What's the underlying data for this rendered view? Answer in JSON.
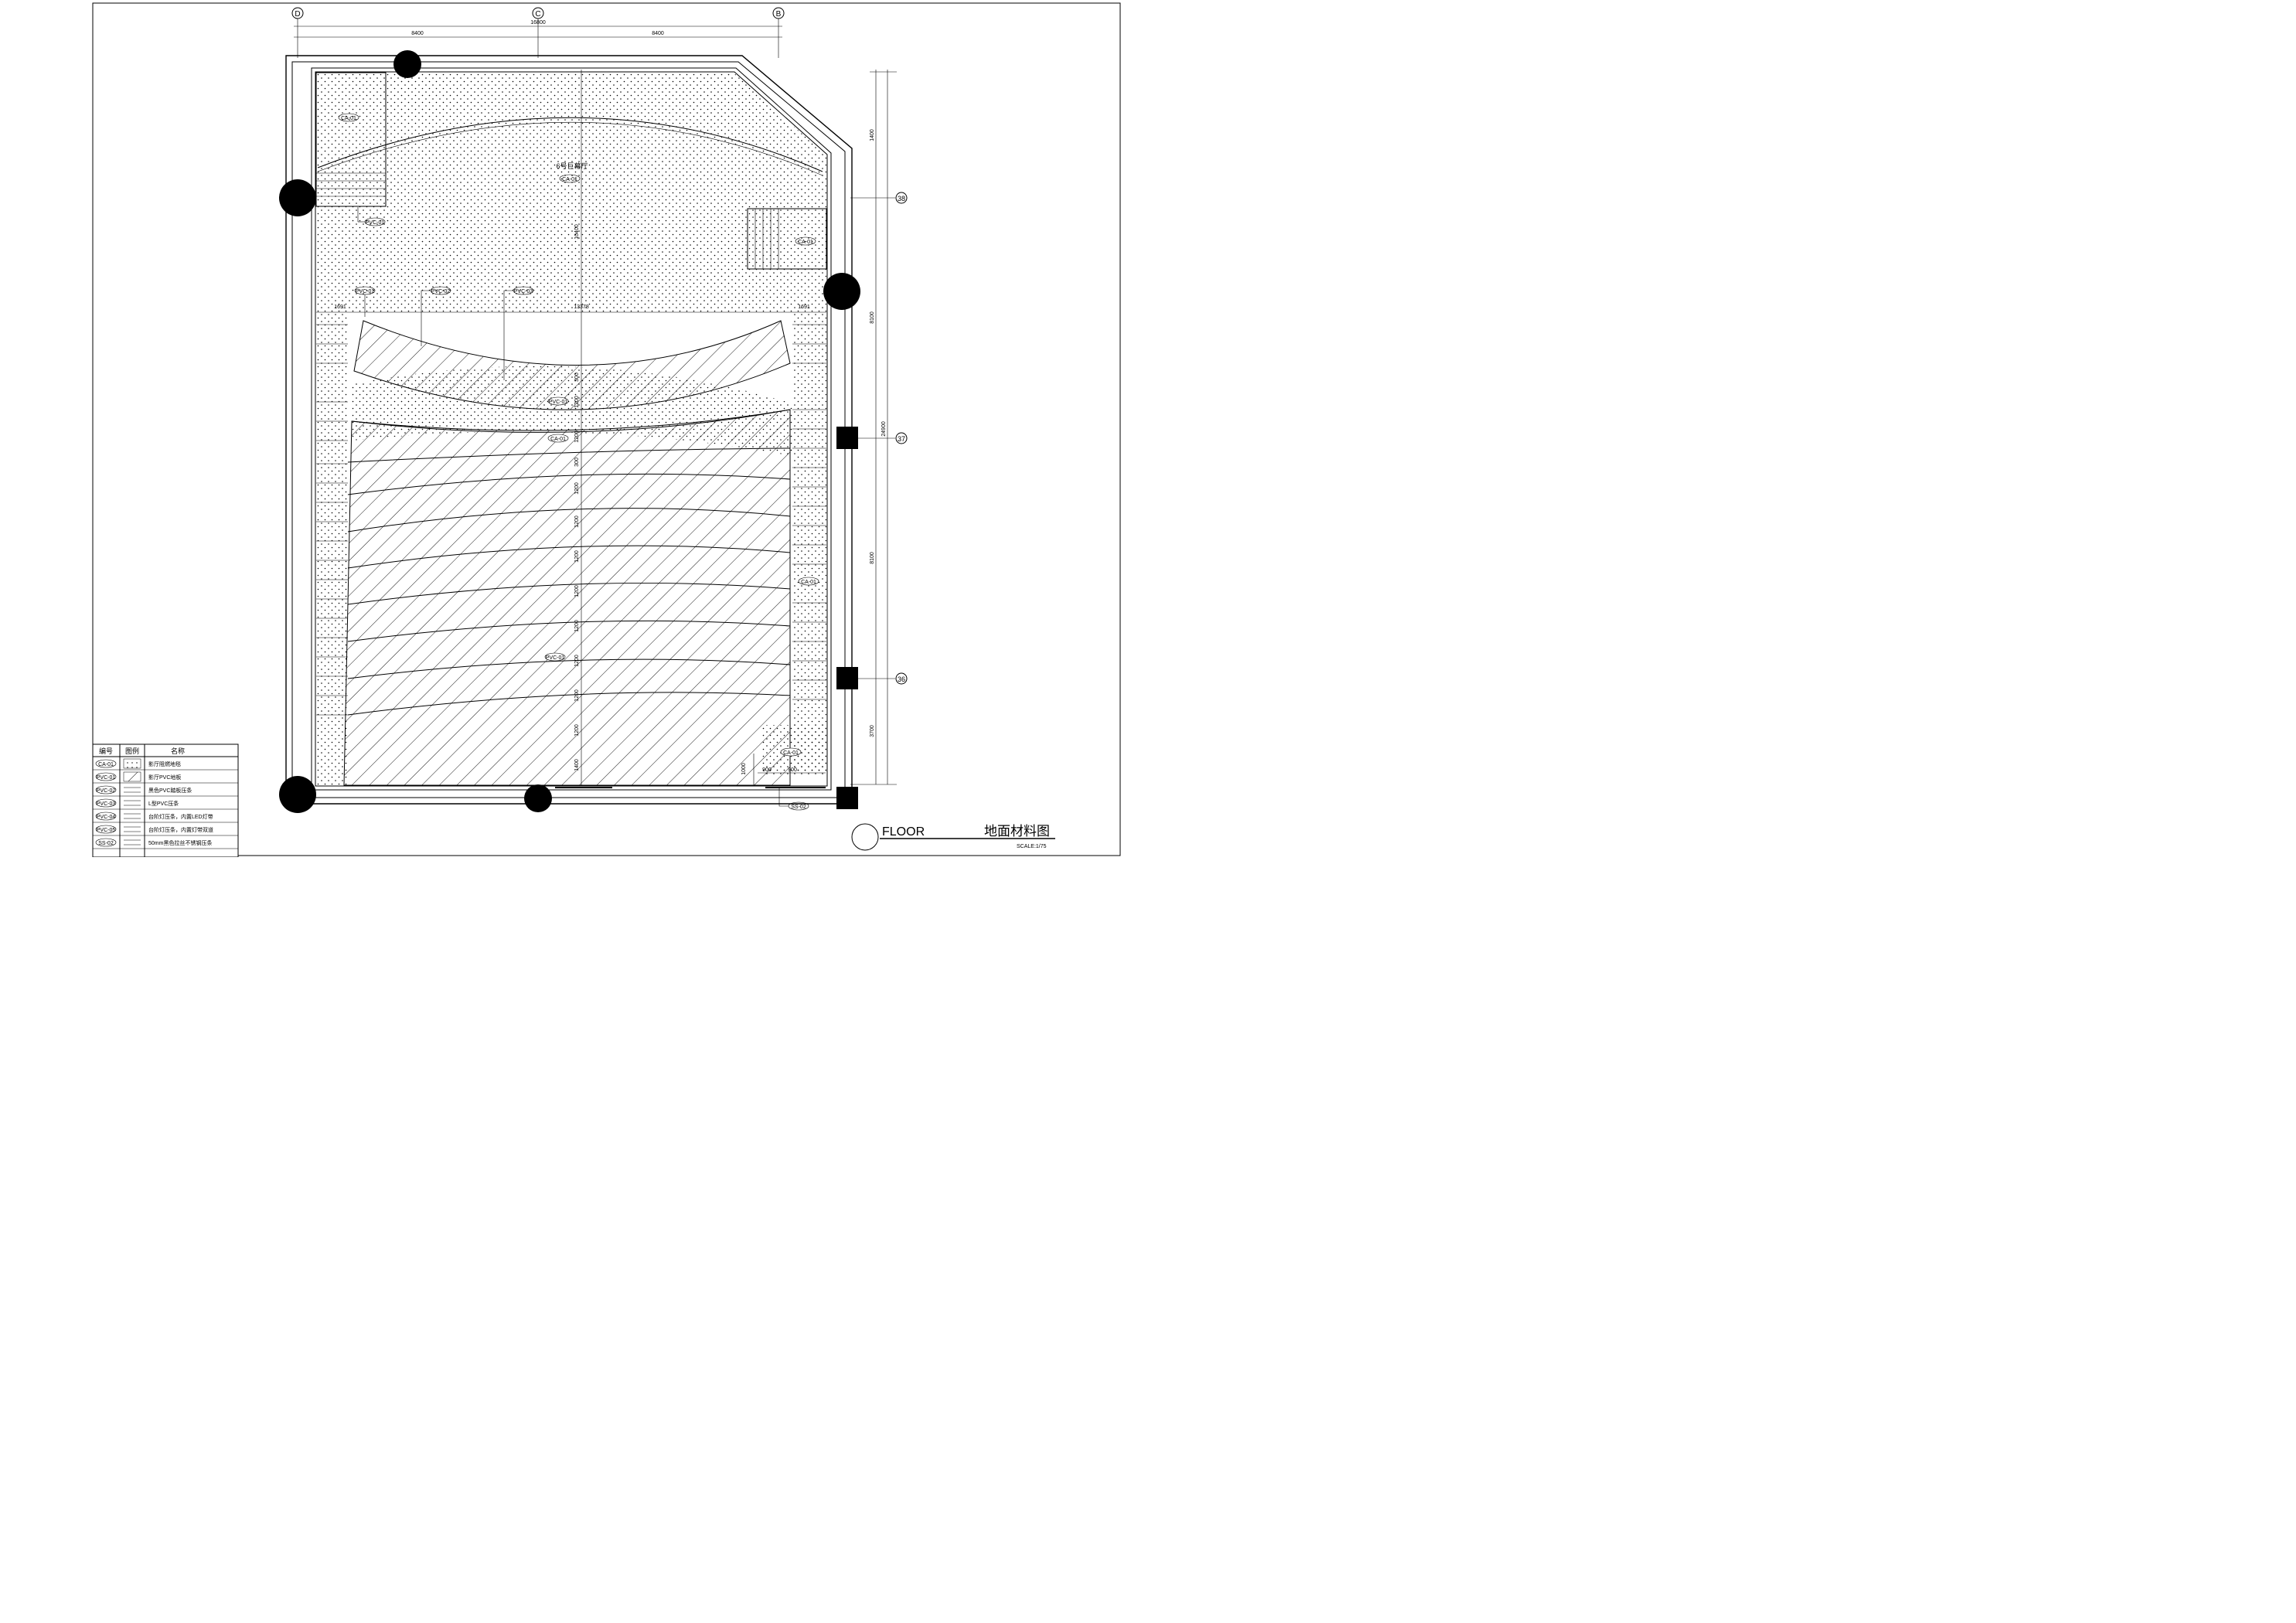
{
  "grid_axes_top": [
    "D",
    "C",
    "B"
  ],
  "grid_axes_right": [
    "38",
    "37",
    "36"
  ],
  "dimensions": {
    "top_total": "16800",
    "top_left": "8400",
    "top_right": "8400",
    "right_top": "1400",
    "right_mid": "8100",
    "right_total": "24900",
    "right_lower": "8100",
    "right_bottom": "3700",
    "center_vertical": "10400",
    "front_width": "13378",
    "side_left": "1691",
    "side_right": "1691",
    "bottom_right_a": "900",
    "bottom_right_b": "900",
    "bottom_right_v": "1000",
    "row_depths": [
      "300",
      "1200",
      "1200",
      "300",
      "1200",
      "1200",
      "1200",
      "1200",
      "1200",
      "1200",
      "1200",
      "1200",
      "1400"
    ]
  },
  "stage_label": "6号巨幕厅",
  "tags": {
    "ca01_top_left": "CA-01",
    "ca01_stage": "CA-01",
    "ca01_right": "CA-01",
    "ca01_aisle_right": "CA-01",
    "ca01_bottom_right": "CA-01",
    "ca01_mid": "CA-01",
    "pvc01_step": "PVC-01",
    "pvc01_front_a": "PVC-01",
    "pvc02_front_b": "PVC-02",
    "pvc03_front_c": "PVC-03",
    "pvc01_seating": "PVC-01",
    "pvc01_lower": "PVC-01",
    "ss02": "SS-02"
  },
  "legend": {
    "headers": [
      "编号",
      "图例",
      "名称"
    ],
    "rows": [
      {
        "code": "CA-01",
        "name": "影厅阻燃地毯"
      },
      {
        "code": "PVC-01",
        "name": "影厅PVC地板"
      },
      {
        "code": "PVC-02",
        "name": "黑色PVC踏板压条"
      },
      {
        "code": "PVC-03",
        "name": "L型PVC压条"
      },
      {
        "code": "PVC-04",
        "name": "台阶灯压条，内置LED灯带"
      },
      {
        "code": "PVC-05",
        "name": "台阶灯压条，内置灯带双道"
      },
      {
        "code": "SS-02",
        "name": "50mm黑色拉丝不锈钢压条"
      }
    ]
  },
  "title_block": {
    "label": "FLOOR",
    "title": "地面材料图",
    "scale": "SCALE:1/75"
  }
}
